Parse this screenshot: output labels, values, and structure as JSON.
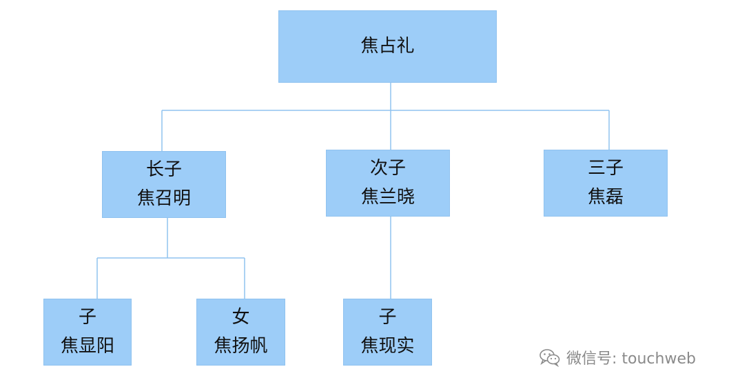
{
  "nodes": {
    "root": {
      "name": "焦占礼"
    },
    "son1": {
      "role": "长子",
      "name": "焦召明"
    },
    "son2": {
      "role": "次子",
      "name": "焦兰晓"
    },
    "son3": {
      "role": "三子",
      "name": "焦磊"
    },
    "g1": {
      "role": "子",
      "name": "焦显阳"
    },
    "g2": {
      "role": "女",
      "name": "焦扬帆"
    },
    "g3": {
      "role": "子",
      "name": "焦现实"
    }
  },
  "edges": [
    [
      "root",
      "son1"
    ],
    [
      "root",
      "son2"
    ],
    [
      "root",
      "son3"
    ],
    [
      "son1",
      "g1"
    ],
    [
      "son1",
      "g2"
    ],
    [
      "son2",
      "g3"
    ]
  ],
  "colors": {
    "box": "#9dcdf8",
    "line": "#8fc2ef",
    "watermark": "#8a8a8a"
  },
  "watermark": {
    "icon": "wechat-icon",
    "text": "微信号: touchweb"
  }
}
